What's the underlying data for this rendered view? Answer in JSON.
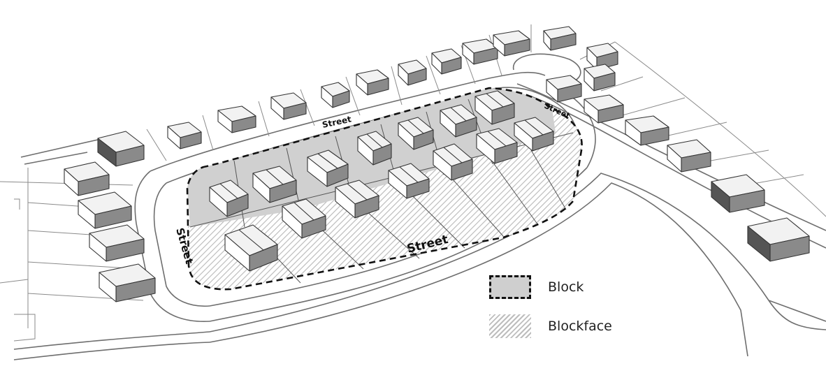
{
  "streets": {
    "top": "Street",
    "left": "Street",
    "bottom": "Street",
    "right": "Street"
  },
  "legend": {
    "items": [
      {
        "label": "Block",
        "swatch": "dashed-gray"
      },
      {
        "label": "Blockface",
        "swatch": "hatched"
      }
    ]
  },
  "colors": {
    "block_fill": "#cfcfcf",
    "hatch": "#bdbdbd",
    "road_line": "#6e6e6e",
    "roof": "#f2f2f2",
    "house_shadow": "#8a8a8a"
  }
}
